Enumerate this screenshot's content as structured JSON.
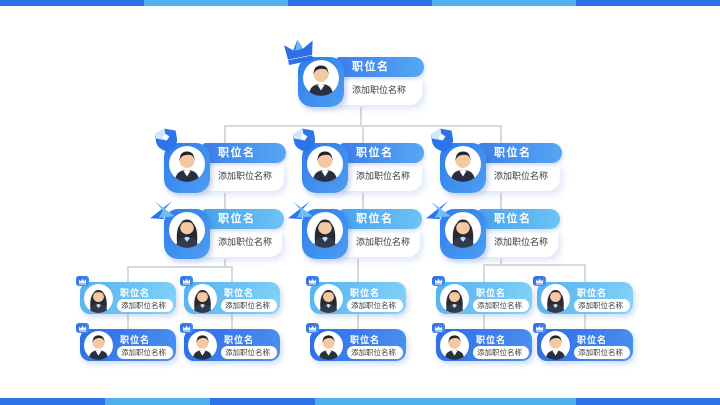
{
  "slide": {
    "type": "organization-chart-template",
    "background": "#ffffff",
    "accent_colors": {
      "royal_blue": "#2d6ce6",
      "bright_blue": "#3d7eeb",
      "sky_blue": "#54b1f0",
      "light_sky": "#85d3f8",
      "top_bar_dark": "#2b72e8",
      "top_bar_light": "#4fb0ef",
      "connector_gray": "#d9d9d9"
    }
  },
  "labels": {
    "position_title": "职位名",
    "position_subtitle": "添加职位名称"
  },
  "org_chart": {
    "levels": [
      {
        "level": 1,
        "node_count": 1,
        "icon": "crown-icon",
        "avatar": "male"
      },
      {
        "level": 2,
        "node_count": 3,
        "icon": "shield-icon",
        "avatar": "male"
      },
      {
        "level": 3,
        "node_count": 3,
        "icon": "crossed-darts-icon",
        "avatar": "female"
      },
      {
        "level": 4,
        "node_count": 10,
        "icon": "crown-badge-icon",
        "rows": [
          {
            "row": 1,
            "style": "light-blue",
            "avatar": "female",
            "count": 5
          },
          {
            "row": 2,
            "style": "royal-blue",
            "avatar": "male",
            "count": 5
          }
        ]
      }
    ],
    "children_per_level3_node": [
      2,
      1,
      2
    ]
  }
}
